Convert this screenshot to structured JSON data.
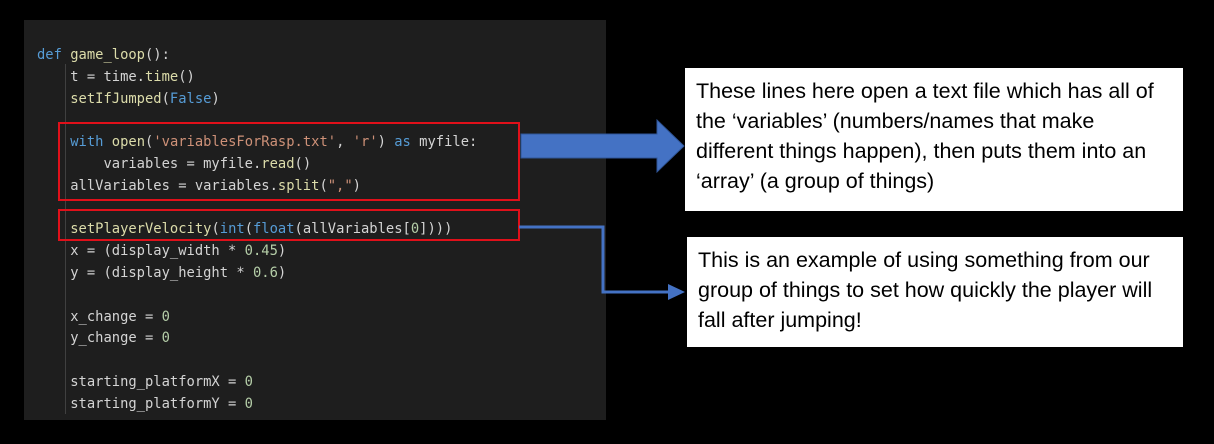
{
  "code": {
    "lines": [
      [
        {
          "t": "def ",
          "c": "kw"
        },
        {
          "t": "game_loop",
          "c": "fn"
        },
        {
          "t": "():",
          "c": "plain"
        }
      ],
      [
        {
          "t": "    t = time.",
          "c": "plain"
        },
        {
          "t": "time",
          "c": "fn"
        },
        {
          "t": "()",
          "c": "plain"
        }
      ],
      [
        {
          "t": "    ",
          "c": "plain"
        },
        {
          "t": "setIfJumped",
          "c": "fn"
        },
        {
          "t": "(",
          "c": "plain"
        },
        {
          "t": "False",
          "c": "kw"
        },
        {
          "t": ")",
          "c": "plain"
        }
      ],
      [],
      [
        {
          "t": "    ",
          "c": "plain"
        },
        {
          "t": "with ",
          "c": "kw"
        },
        {
          "t": "open",
          "c": "fn"
        },
        {
          "t": "(",
          "c": "plain"
        },
        {
          "t": "'variablesForRasp.txt'",
          "c": "str"
        },
        {
          "t": ", ",
          "c": "plain"
        },
        {
          "t": "'r'",
          "c": "str"
        },
        {
          "t": ") ",
          "c": "plain"
        },
        {
          "t": "as",
          "c": "kw"
        },
        {
          "t": " myfile:",
          "c": "plain"
        }
      ],
      [
        {
          "t": "        variables = myfile.",
          "c": "plain"
        },
        {
          "t": "read",
          "c": "fn"
        },
        {
          "t": "()",
          "c": "plain"
        }
      ],
      [
        {
          "t": "    allVariables = variables.",
          "c": "plain"
        },
        {
          "t": "split",
          "c": "fn"
        },
        {
          "t": "(",
          "c": "plain"
        },
        {
          "t": "\",\"",
          "c": "str"
        },
        {
          "t": ")",
          "c": "plain"
        }
      ],
      [],
      [
        {
          "t": "    ",
          "c": "plain"
        },
        {
          "t": "setPlayerVelocity",
          "c": "fn"
        },
        {
          "t": "(",
          "c": "plain"
        },
        {
          "t": "int",
          "c": "kw"
        },
        {
          "t": "(",
          "c": "plain"
        },
        {
          "t": "float",
          "c": "kw"
        },
        {
          "t": "(allVariables[",
          "c": "plain"
        },
        {
          "t": "0",
          "c": "num"
        },
        {
          "t": "])))",
          "c": "plain"
        }
      ],
      [
        {
          "t": "    x = (display_width * ",
          "c": "plain"
        },
        {
          "t": "0.45",
          "c": "num"
        },
        {
          "t": ")",
          "c": "plain"
        }
      ],
      [
        {
          "t": "    y = (display_height * ",
          "c": "plain"
        },
        {
          "t": "0.6",
          "c": "num"
        },
        {
          "t": ")",
          "c": "plain"
        }
      ],
      [],
      [
        {
          "t": "    x_change = ",
          "c": "plain"
        },
        {
          "t": "0",
          "c": "num"
        }
      ],
      [
        {
          "t": "    y_change = ",
          "c": "plain"
        },
        {
          "t": "0",
          "c": "num"
        }
      ],
      [],
      [
        {
          "t": "    starting_platformX = ",
          "c": "plain"
        },
        {
          "t": "0",
          "c": "num"
        }
      ],
      [
        {
          "t": "    starting_platformY = ",
          "c": "plain"
        },
        {
          "t": "0",
          "c": "num"
        }
      ]
    ]
  },
  "callouts": {
    "file_read": "These lines here open a text file which has all of the ‘variables’ (numbers/names that make different things happen), then puts them into an ‘array’ (a group of things)",
    "velocity": "This is an example of using something from our group of things to set how quickly the player will fall after jumping!"
  },
  "colors": {
    "highlight_box": "#e0101a",
    "arrow_fill": "#4472c4",
    "arrow_stroke": "#2f5597"
  }
}
